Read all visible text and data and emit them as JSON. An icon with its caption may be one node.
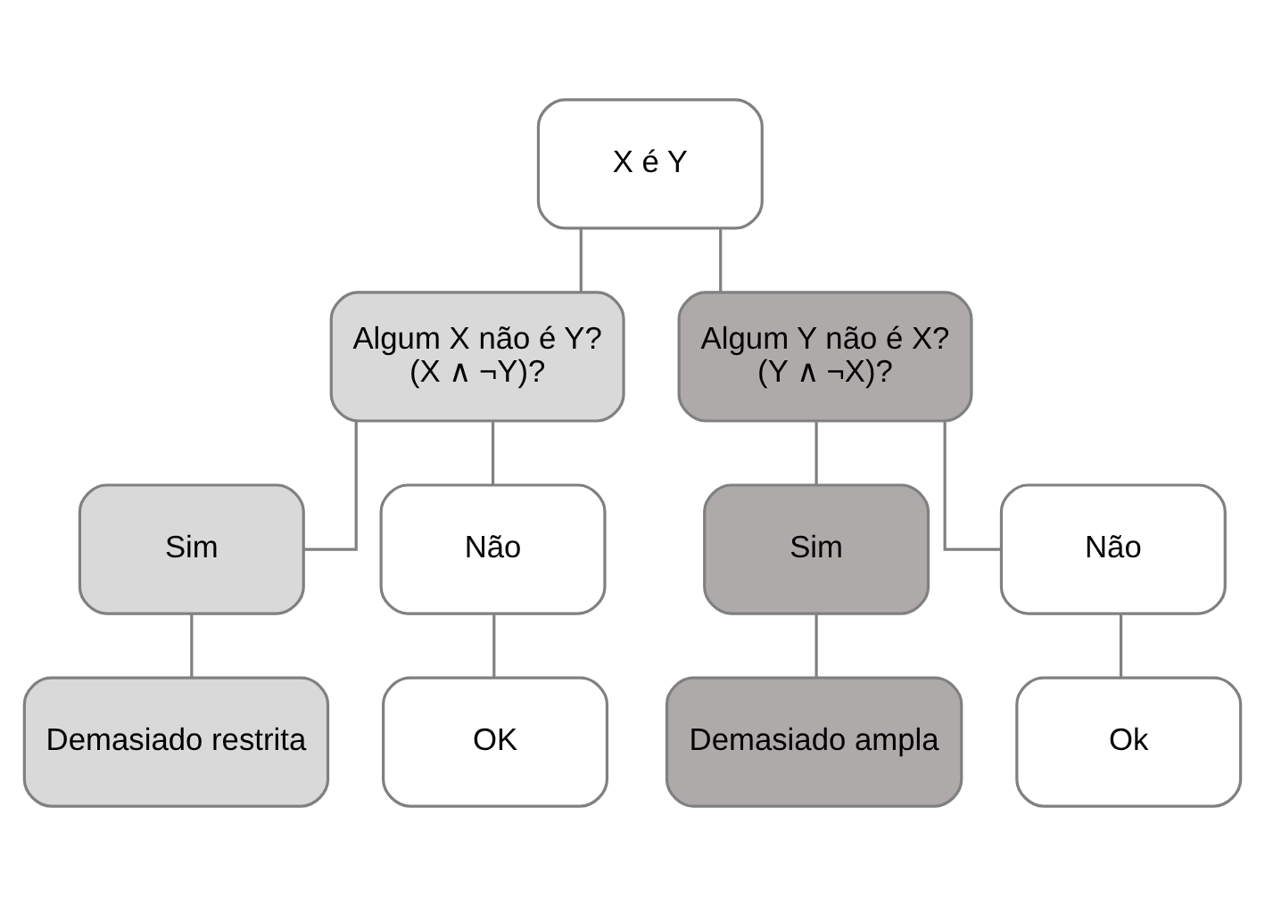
{
  "diagram": {
    "nodes": [
      {
        "text": [
          "X é Y"
        ]
      },
      {
        "text": [
          "Algum X não é Y?",
          "(X ∧ ¬Y)?"
        ]
      },
      {
        "text": [
          "Algum Y não é X?",
          "(Y ∧ ¬X)?"
        ]
      },
      {
        "text": [
          "Sim"
        ]
      },
      {
        "text": [
          "Não"
        ]
      },
      {
        "text": [
          "Sim"
        ]
      },
      {
        "text": [
          "Não"
        ]
      },
      {
        "text": [
          "Demasiado restrita"
        ]
      },
      {
        "text": [
          "OK"
        ]
      },
      {
        "text": [
          "Demasiado ampla"
        ]
      },
      {
        "text": [
          "Ok"
        ]
      }
    ],
    "edges": [
      {
        "from": 0,
        "to": 1,
        "arrow": "none"
      },
      {
        "from": 0,
        "to": 2,
        "arrow": "none"
      },
      {
        "from": 1,
        "to": 3,
        "arrow": "none"
      },
      {
        "from": 1,
        "to": 4,
        "arrow": "none"
      },
      {
        "from": 2,
        "to": 5,
        "arrow": "none"
      },
      {
        "from": 2,
        "to": 6,
        "arrow": "none"
      },
      {
        "from": 3,
        "to": 7,
        "arrow": "none"
      },
      {
        "from": 4,
        "to": 8,
        "arrow": "none"
      },
      {
        "from": 5,
        "to": 9,
        "arrow": "none"
      },
      {
        "from": 6,
        "to": 10,
        "arrow": "none"
      }
    ]
  }
}
